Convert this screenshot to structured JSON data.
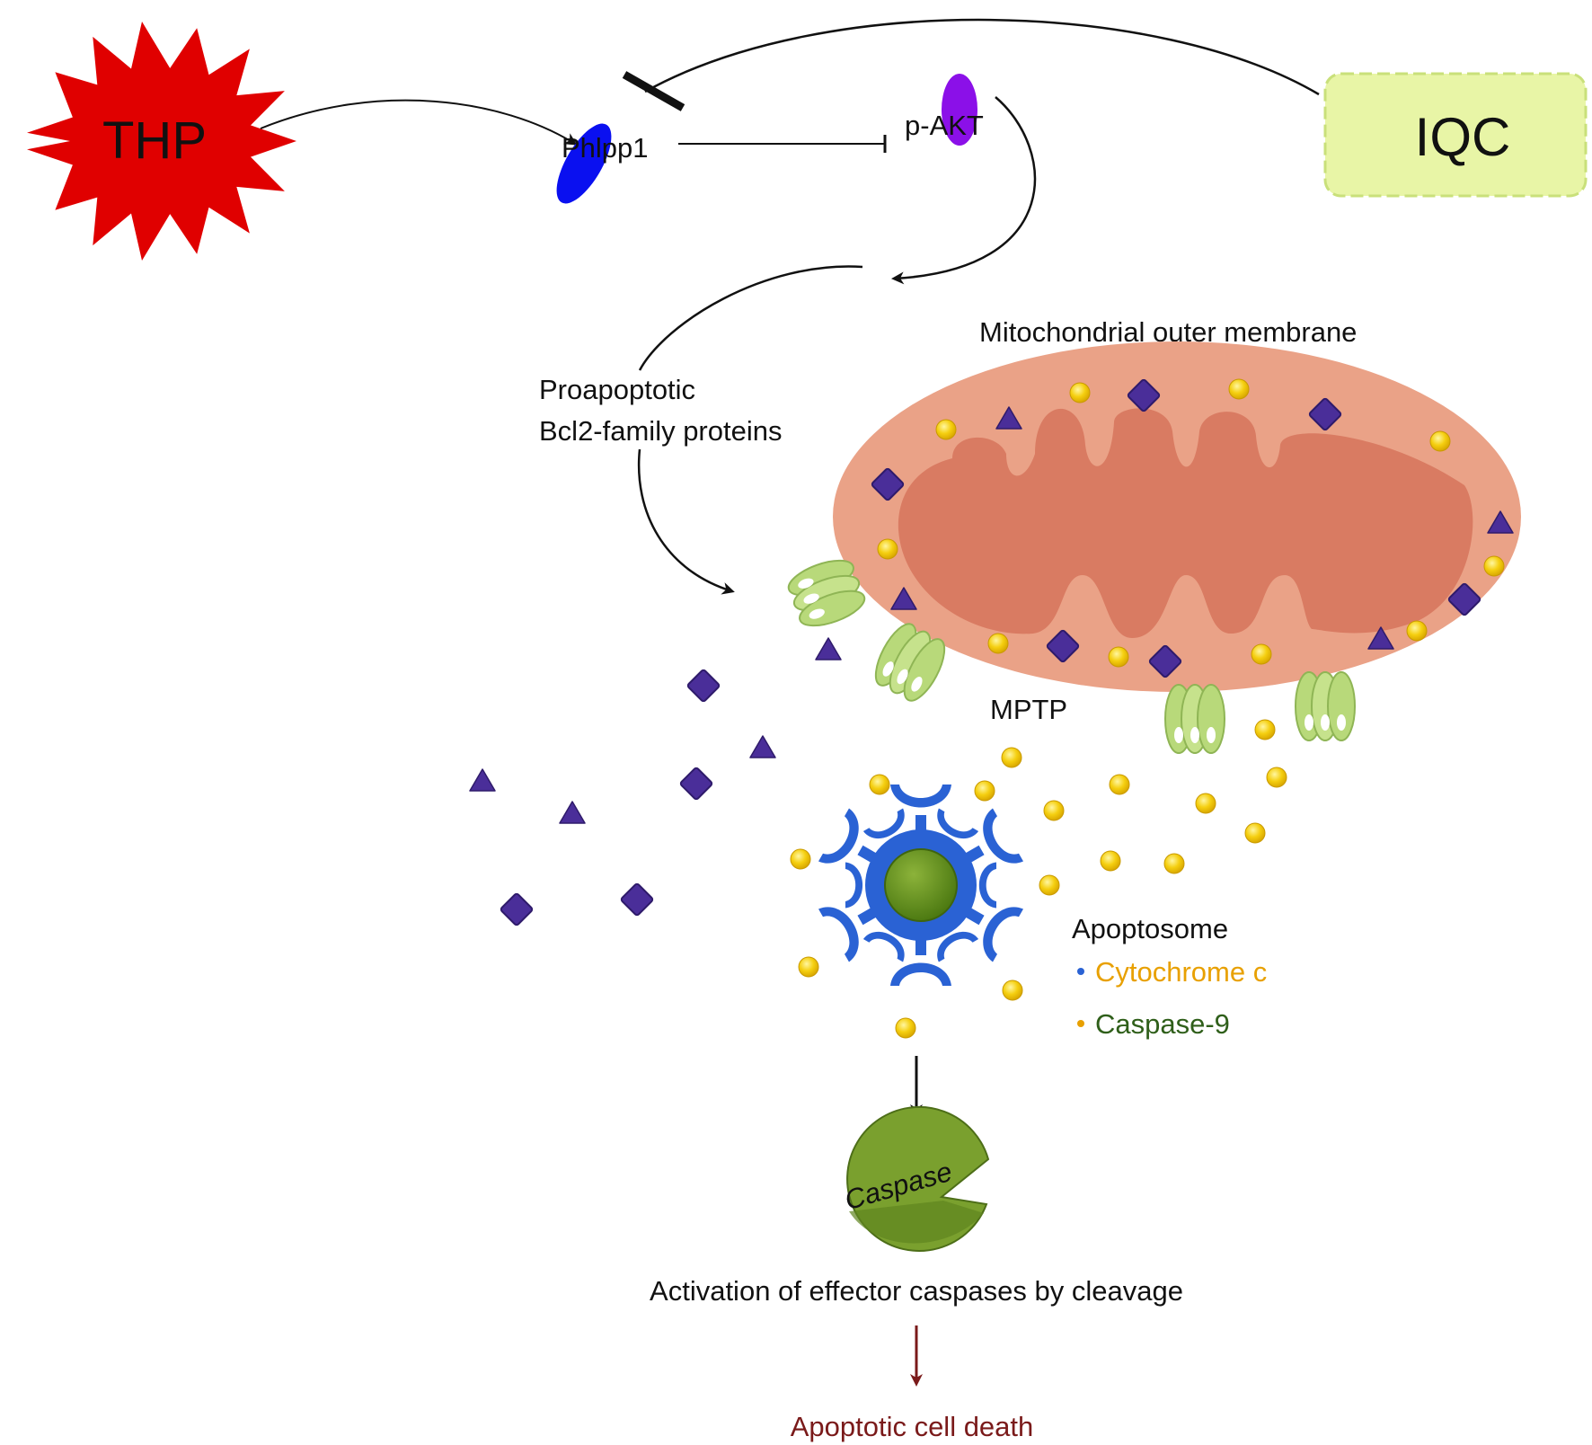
{
  "labels": {
    "thp": "THP",
    "iqc": "IQC",
    "phlpp1": "Phlpp1",
    "pakt": "p-AKT",
    "bcl2_line1": "Proapoptotic",
    "bcl2_line2": "Bcl2-family proteins",
    "mito_membrane": "Mitochondrial outer membrane",
    "mptp": "MPTP",
    "apoptosome": "Apoptosome",
    "cytochrome_c": "Cytochrome c",
    "caspase9": "Caspase-9",
    "caspase": "Caspase",
    "activation": "Activation of effector caspases by cleavage",
    "death": "Apoptotic cell death"
  },
  "colors": {
    "thp_burst": "#e00000",
    "iqc_box": "#e8f5a6",
    "iqc_border": "#c9e07a",
    "phlpp1": "#0a10f0",
    "pakt": "#8b10e8",
    "mito_outer": "#eaa287",
    "mito_inner": "#d97b62",
    "cytochrome_c": "#f2c200",
    "cyt_text": "#e8a000",
    "casp9_text": "#2f5f1a",
    "diamond": "#4a2e99",
    "mptp_green": "#b8d97a",
    "apoptosome_blue": "#2a62d4",
    "apoptosome_core": "#5f8a1a",
    "caspase_green": "#7aa02e",
    "death_text": "#7a1a1a"
  }
}
